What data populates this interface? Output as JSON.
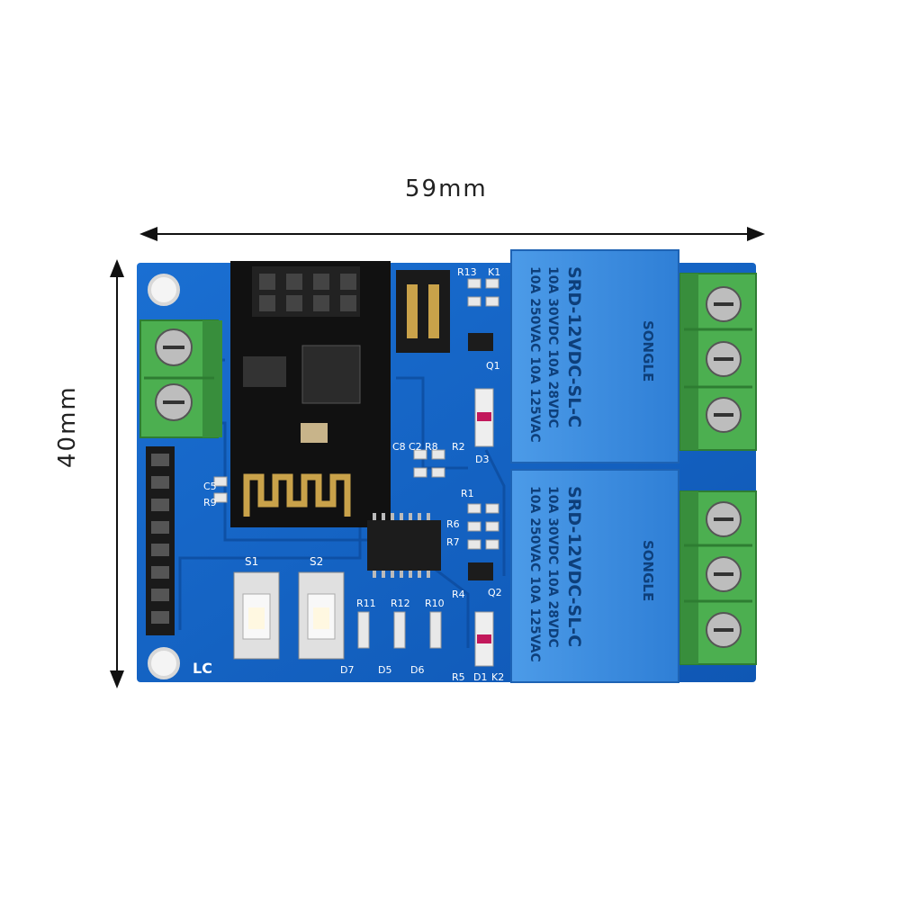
{
  "dimensions": {
    "width": "59mm",
    "height": "40mm"
  },
  "board_marking": "LC",
  "buttons": [
    "S1",
    "S2"
  ],
  "pcb_labels": {
    "r13": "R13",
    "k1": "K1",
    "q1": "Q1",
    "q2": "Q2",
    "r2": "R2",
    "d3": "D3",
    "c8": "C8",
    "c2": "C2",
    "r8": "R8",
    "c5": "C5",
    "r9": "R9",
    "r1": "R1",
    "r6": "R6",
    "r7": "R7",
    "r11": "R11",
    "r12": "R12",
    "r10": "R10",
    "r4": "R4",
    "r5": "R5",
    "d7": "D7",
    "d5": "D5",
    "d6": "D6",
    "d1": "D1",
    "k2": "K2"
  },
  "relay": {
    "rating1": "10A 250VAC 10A 125VAC",
    "rating2": "10A 30VDC 10A 28VDC",
    "model": "SRD-12VDC-SL-C",
    "brand": "SONGLE"
  },
  "colors": {
    "pcb": "#1565c8",
    "relay": "#3d8fe0",
    "terminal": "#4caf50",
    "module": "#111111"
  }
}
